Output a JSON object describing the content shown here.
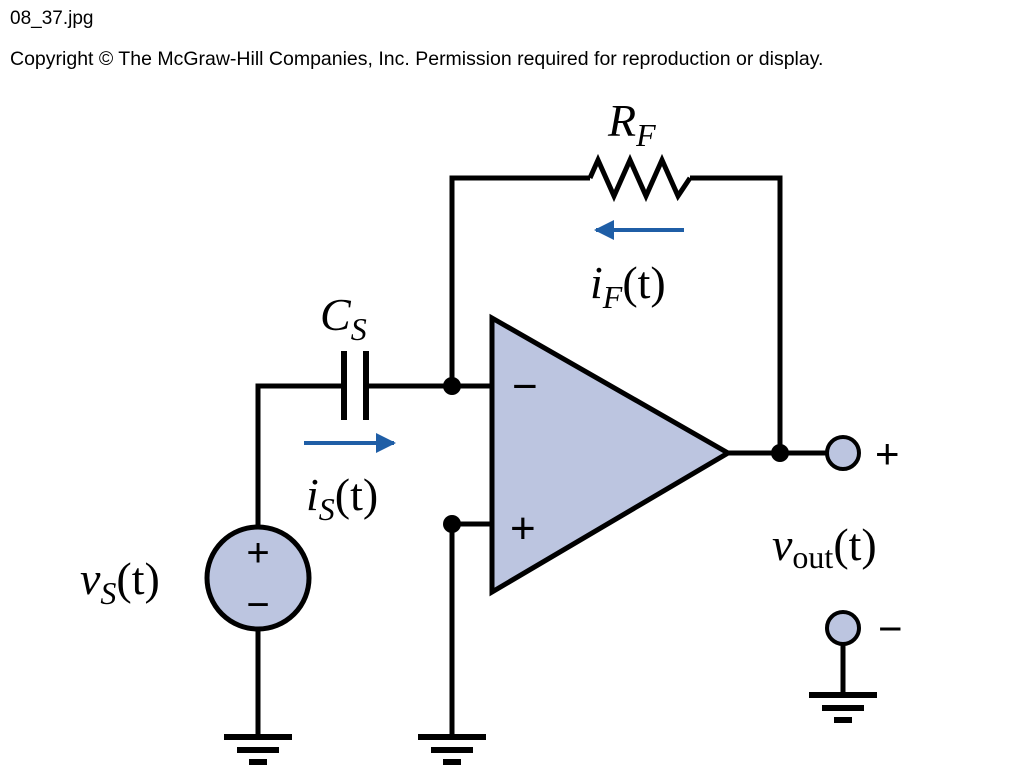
{
  "header": {
    "file_name": "08_37.jpg",
    "copyright": "Copyright © The McGraw-Hill Companies, Inc. Permission required for reproduction or display."
  },
  "colors": {
    "component_fill": "#bcc5e0",
    "arrow": "#1f5ea6",
    "wire": "#000000"
  },
  "labels": {
    "feedback_resistor": {
      "symbol": "R",
      "subscript": "F"
    },
    "feedback_current": {
      "symbol": "i",
      "subscript": "F",
      "suffix": "(t)"
    },
    "source_capacitor": {
      "symbol": "C",
      "subscript": "S"
    },
    "source_current": {
      "symbol": "i",
      "subscript": "S",
      "suffix": "(t)"
    },
    "source_voltage": {
      "symbol": "v",
      "subscript": "S",
      "suffix": "(t)"
    },
    "output_voltage": {
      "symbol": "v",
      "subscript": "out",
      "suffix": "(t)"
    }
  },
  "signs": {
    "opamp_inverting": "−",
    "opamp_noninverting": "+",
    "source_positive": "+",
    "source_negative": "−",
    "output_positive": "+",
    "output_negative": "−"
  },
  "icons": {
    "ground": "ground-icon",
    "arrow": "current-arrow-icon"
  }
}
